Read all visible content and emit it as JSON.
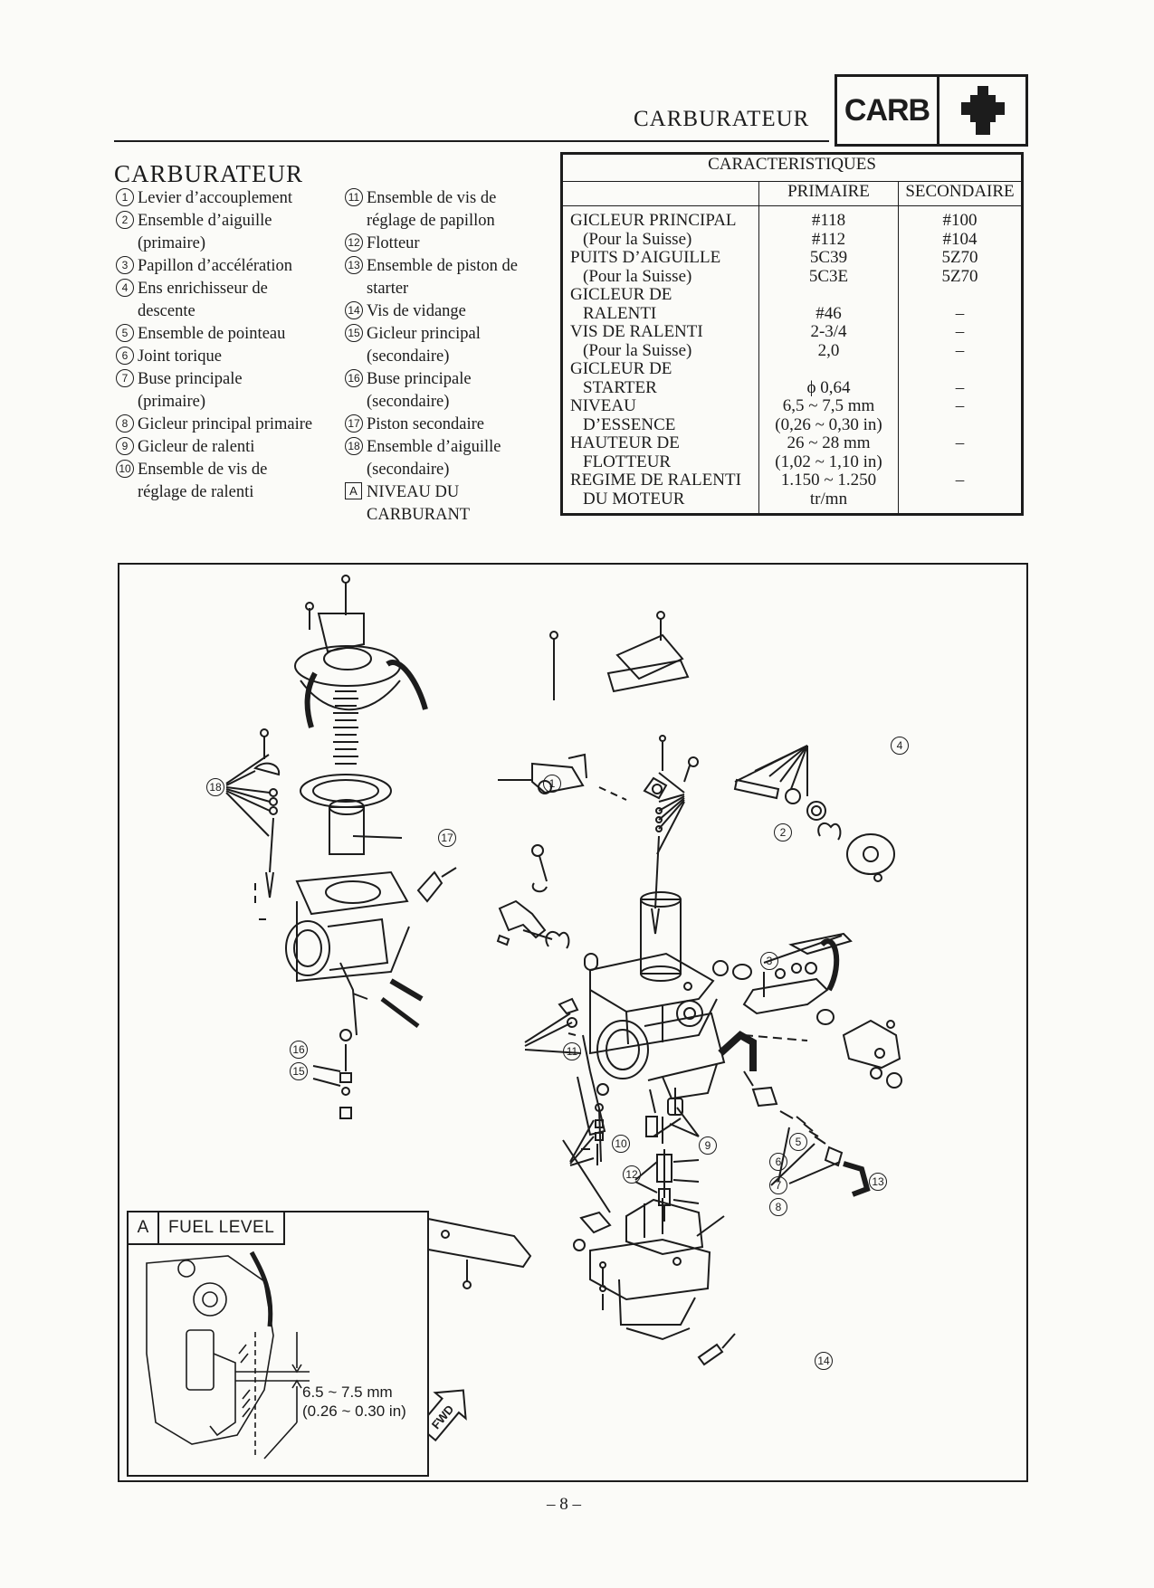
{
  "header": {
    "title": "CARBURATEUR",
    "badge": "CARB",
    "badge_icon": "carburetor-icon"
  },
  "section_title": "CARBURATEUR",
  "legend_left": [
    {
      "num": "1",
      "lines": [
        "Levier d’accouplement"
      ]
    },
    {
      "num": "2",
      "lines": [
        "Ensemble d’aiguille",
        "(primaire)"
      ]
    },
    {
      "num": "3",
      "lines": [
        "Papillon d’accélération"
      ]
    },
    {
      "num": "4",
      "lines": [
        "Ens enrichisseur de",
        "descente"
      ]
    },
    {
      "num": "5",
      "lines": [
        "Ensemble de pointeau"
      ]
    },
    {
      "num": "6",
      "lines": [
        "Joint torique"
      ]
    },
    {
      "num": "7",
      "lines": [
        "Buse principale",
        "(primaire)"
      ]
    },
    {
      "num": "8",
      "lines": [
        "Gicleur principal primaire"
      ]
    },
    {
      "num": "9",
      "lines": [
        "Gicleur de ralenti"
      ]
    },
    {
      "num": "10",
      "lines": [
        "Ensemble de vis de",
        "réglage de ralenti"
      ]
    }
  ],
  "legend_right": [
    {
      "num": "11",
      "lines": [
        "Ensemble de vis de",
        "réglage de papillon"
      ]
    },
    {
      "num": "12",
      "lines": [
        "Flotteur"
      ]
    },
    {
      "num": "13",
      "lines": [
        "Ensemble de piston de",
        "starter"
      ]
    },
    {
      "num": "14",
      "lines": [
        "Vis de vidange"
      ]
    },
    {
      "num": "15",
      "lines": [
        "Gicleur principal",
        "(secondaire)"
      ]
    },
    {
      "num": "16",
      "lines": [
        "Buse principale",
        "(secondaire)"
      ]
    },
    {
      "num": "17",
      "lines": [
        "Piston secondaire"
      ]
    },
    {
      "num": "18",
      "lines": [
        "Ensemble d’aiguille",
        "(secondaire)"
      ]
    },
    {
      "num": "A",
      "square": true,
      "lines": [
        "NIVEAU DU",
        "CARBURANT"
      ]
    }
  ],
  "spec_table": {
    "title": "CARACTERISTIQUES",
    "col_primary": "PRIMAIRE",
    "col_secondary": "SECONDAIRE",
    "labels": [
      "GICLEUR PRINCIPAL",
      " (Pour la Suisse)",
      "PUITS D’AIGUILLE",
      " (Pour la Suisse)",
      "GICLEUR DE",
      " RALENTI",
      "VIS DE RALENTI",
      " (Pour la Suisse)",
      "GICLEUR DE",
      " STARTER",
      "NIVEAU",
      " D’ESSENCE",
      "HAUTEUR DE",
      " FLOTTEUR",
      "REGIME DE RALENTI",
      " DU MOTEUR"
    ],
    "primary": [
      "#118",
      "#112",
      "5C39",
      "5C3E",
      "",
      "#46",
      "2-3/4",
      "2,0",
      "",
      "ϕ 0,64",
      "6,5 ~ 7,5 mm",
      "(0,26 ~ 0,30 in)",
      "26 ~ 28 mm",
      "(1,02 ~ 1,10 in)",
      "1.150 ~ 1.250",
      "tr/mn"
    ],
    "secondary": [
      "#100",
      "#104",
      "5Z70",
      "5Z70",
      "",
      "–",
      "–",
      "–",
      "",
      "–",
      "–",
      "",
      "–",
      "",
      "–",
      ""
    ]
  },
  "diagram": {
    "inset_letter": "A",
    "inset_title": "FUEL LEVEL",
    "inset_measure_1": "6.5 ~ 7.5 mm",
    "inset_measure_2": "(0.26 ~ 0.30 in)",
    "fwd_label": "FWD"
  },
  "page_number": "– 8 –"
}
